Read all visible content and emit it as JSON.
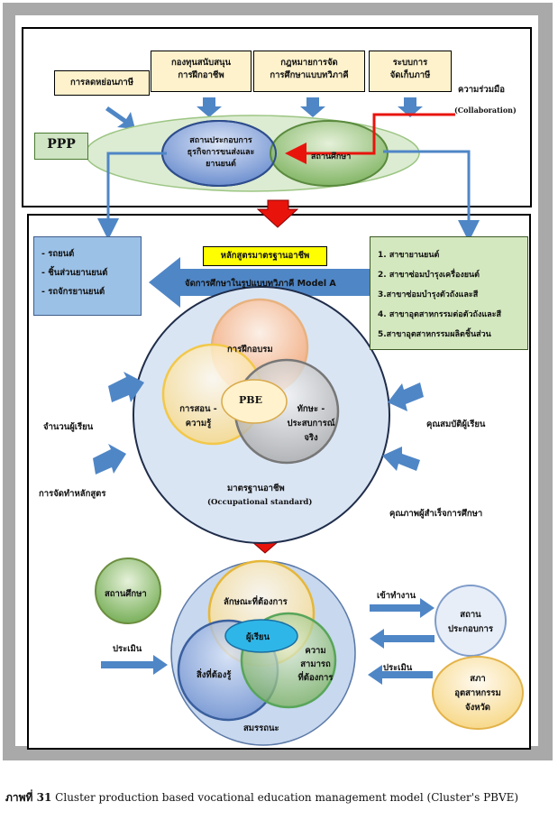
{
  "top": {
    "box1": "การลดหย่อนภาษี",
    "box2_l1": "กองทุนสนับสนุน",
    "box2_l2": "การฝึกอาชีพ",
    "box3_l1": "กฎหมายการจัด",
    "box3_l2": "การศึกษาแบบทวิภาคี",
    "box4_l1": "ระบบการ",
    "box4_l2": "จัดเก็บภาษี",
    "collab": "ความร่วมมือ",
    "collab_en": "(Collaboration)",
    "ppp": "PPP",
    "left_circle_l1": "สถานประกอบการ",
    "left_circle_l2": "ธุรกิจการขนส่งและ",
    "left_circle_l3": "ยานยนต์",
    "right_circle": "สถานศึกษา"
  },
  "middle": {
    "left_list": [
      "- รถยนต์",
      "- ชิ้นส่วนยานยนต์",
      "- รถจักรยานยนต์"
    ],
    "curriculum": "หลักสูตรมาตรฐานอาชีพ",
    "model": "จัดการศึกษาในรูปแบบทวิภาคี Model A",
    "right_list": [
      "1. สาขายานยนต์",
      "2. สาขาซ่อมบำรุงเครื่องยนต์",
      "3.สาขาซ่อมบำรุงตัวถังและสี",
      "4. สาขาอุตสาหกรรมต่อตัวถังและสี",
      "5.สาขาอุตสาหกรรมผลิตชิ้นส่วน"
    ],
    "training": "การฝึกอบรม",
    "teach_l1": "การสอน -",
    "teach_l2": "ความรู้",
    "skill_l1": "ทักษะ -",
    "skill_l2": "ประสบการณ์",
    "skill_l3": "จริง",
    "pbe": "PBE",
    "occ": "มาตรฐานอาชีพ",
    "occ_en": "(Occupational standard)",
    "students": "จำนวนผู้เรียน",
    "curriculum_mgmt": "การจัดทำหลักสูตร",
    "qualification": "คุณสมบัติผู้เรียน",
    "graduate_quality": "คุณภาพผู้สำเร็จการศึกษา"
  },
  "bottom": {
    "institution": "สถานศึกษา",
    "desired_trait": "ลักษณะที่ต้องการ",
    "learner": "ผู้เรียน",
    "know_l1": "สิ่งที่ต้องรู้",
    "ability_l1": "ความ",
    "ability_l2": "สามารถ",
    "ability_l3": "ที่ต้องการ",
    "competency": "สมรรถนะ",
    "assess_left": "ประเมิน",
    "employ": "เข้าทำงาน",
    "assess_right": "ประเมิน",
    "enterprise_l1": "สถาน",
    "enterprise_l2": "ประกอบการ",
    "council_l1": "สภา",
    "council_l2": "อุตสาหกรรม",
    "council_l3": "จังหวัด"
  },
  "caption": {
    "prefix": "ภาพที่ 31",
    "text": " Cluster production based vocational education management model (Cluster's PBVE)"
  },
  "colors": {
    "arrow_blue": "#4f86c6",
    "red": "#e8140c",
    "list_left_bg": "#9cc1e6",
    "list_right_bg": "#d4e8bf",
    "curriculum_bg": "#ffff00"
  }
}
